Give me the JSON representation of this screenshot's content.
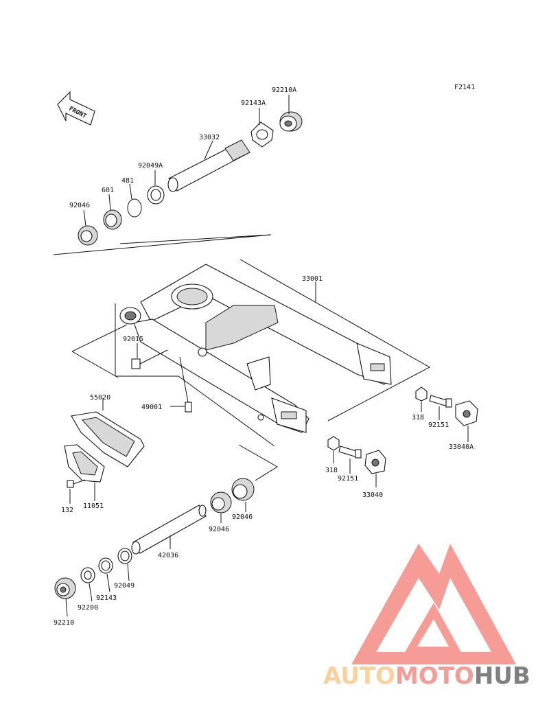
{
  "diagram": {
    "ref_code": "F2141",
    "front_arrow_label": "FRONT",
    "parts": [
      {
        "id": "p92210A",
        "label": "92210A"
      },
      {
        "id": "p92143A",
        "label": "92143A"
      },
      {
        "id": "p33032",
        "label": "33032"
      },
      {
        "id": "p92049A",
        "label": "92049A"
      },
      {
        "id": "p481",
        "label": "481"
      },
      {
        "id": "p601",
        "label": "601"
      },
      {
        "id": "p92046a",
        "label": "92046"
      },
      {
        "id": "p33001",
        "label": "33001"
      },
      {
        "id": "p92015",
        "label": "92015"
      },
      {
        "id": "p49001",
        "label": "49001"
      },
      {
        "id": "p55020",
        "label": "55020"
      },
      {
        "id": "p318a",
        "label": "318"
      },
      {
        "id": "p92151a",
        "label": "92151"
      },
      {
        "id": "p33040A",
        "label": "33040A"
      },
      {
        "id": "p318b",
        "label": "318"
      },
      {
        "id": "p92151b",
        "label": "92151"
      },
      {
        "id": "p33040",
        "label": "33040"
      },
      {
        "id": "p132",
        "label": "132"
      },
      {
        "id": "p11051",
        "label": "11051"
      },
      {
        "id": "p92046b",
        "label": "92046"
      },
      {
        "id": "p92046c",
        "label": "92046"
      },
      {
        "id": "p42036",
        "label": "42036"
      },
      {
        "id": "p92049",
        "label": "92049"
      },
      {
        "id": "p92143",
        "label": "92143"
      },
      {
        "id": "p92200",
        "label": "92200"
      },
      {
        "id": "p92210",
        "label": "92210"
      }
    ]
  },
  "watermark": {
    "word_part1": "AUTO",
    "word_part2": "MOTO",
    "word_part3": "HUB",
    "color_auto": "#f7c98a",
    "color_moto": "#f48b85",
    "color_hub": "#6b6b6b",
    "triangle_color": "#f48b85"
  }
}
